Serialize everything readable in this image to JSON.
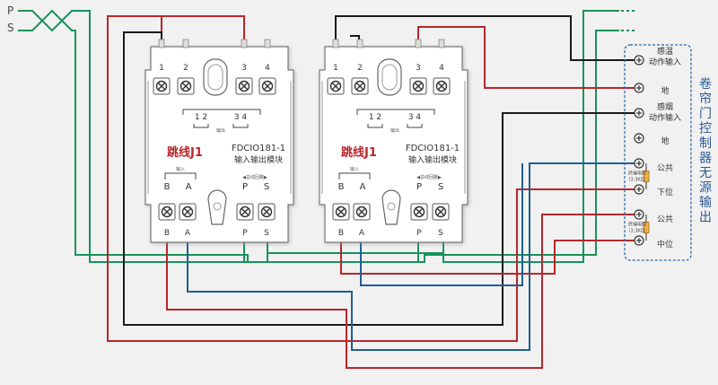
{
  "colors": {
    "red": "#b8262b",
    "green": "#16945a",
    "blue": "#1f5f94",
    "black": "#1a1a1a",
    "box_border": "#2b6aa6",
    "title_blue": "#2b5a92",
    "jumper_red": "#b8262b"
  },
  "bus_labels": {
    "p": "P",
    "s": "S"
  },
  "modules": [
    {
      "terminal_top": [
        "1",
        "2",
        "3",
        "4"
      ],
      "output_labels": [
        "1 2",
        "3 4"
      ],
      "output_caption": "输出",
      "jumper_label": "跳线J1",
      "model": "FDCIO181-1",
      "desc": "输入输出模块",
      "input_caption": "输入",
      "bus_caption": "◀总线回路▶",
      "ba_labels": [
        "B",
        "A"
      ],
      "ps_labels": [
        "P",
        "S"
      ],
      "terminal_bottom": [
        "B",
        "A",
        "P",
        "S"
      ]
    },
    {
      "terminal_top": [
        "1",
        "2",
        "3",
        "4"
      ],
      "output_labels": [
        "1 2",
        "3 4"
      ],
      "output_caption": "输出",
      "jumper_label": "跳线J1",
      "model": "FDCIO181-1",
      "desc": "输入输出模块",
      "input_caption": "输入",
      "bus_caption": "◀总线回路▶",
      "ba_labels": [
        "B",
        "A"
      ],
      "ps_labels": [
        "P",
        "S"
      ],
      "terminal_bottom": [
        "B",
        "A",
        "P",
        "S"
      ]
    }
  ],
  "controller": {
    "title": "卷帘门控制器无源输出",
    "terminals": [
      {
        "label": "感温\n动作输入"
      },
      {
        "label": "地"
      },
      {
        "label": "感烟\n动作输入"
      },
      {
        "label": "地"
      },
      {
        "label": "公共"
      },
      {
        "label": "下位"
      },
      {
        "label": "公共"
      },
      {
        "label": "中位"
      }
    ],
    "resistors": [
      {
        "label": "终端电阻\n（3.3KΩ）"
      },
      {
        "label": "终端电阻\n（3.3KΩ）"
      }
    ]
  }
}
